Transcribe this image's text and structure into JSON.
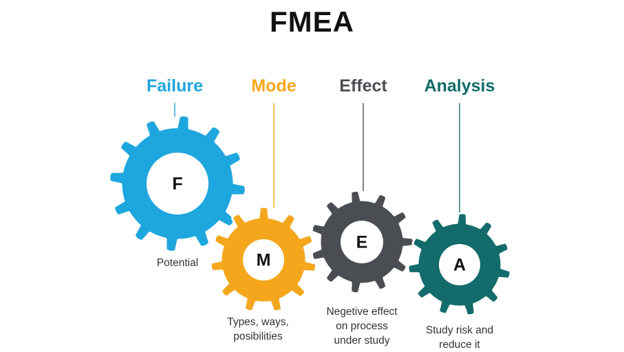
{
  "title": "FMEA",
  "colors": {
    "failure": "#1ea6de",
    "mode": "#f4a71d",
    "effect": "#4a4d52",
    "analysis": "#136b6b",
    "title": "#111111",
    "description": "#333333"
  },
  "steps": [
    {
      "word": "Failure",
      "letter": "F",
      "description": [
        "Potential"
      ],
      "icon": "gear-icon"
    },
    {
      "word": "Mode",
      "letter": "M",
      "description": [
        "Types, ways,",
        "posibilities"
      ],
      "icon": "gear-icon"
    },
    {
      "word": "Effect",
      "letter": "E",
      "description": [
        "Negetive effect",
        "on process",
        "under study"
      ],
      "icon": "gear-icon"
    },
    {
      "word": "Analysis",
      "letter": "A",
      "description": [
        "Study risk and",
        "reduce it"
      ],
      "icon": "gear-icon"
    }
  ]
}
